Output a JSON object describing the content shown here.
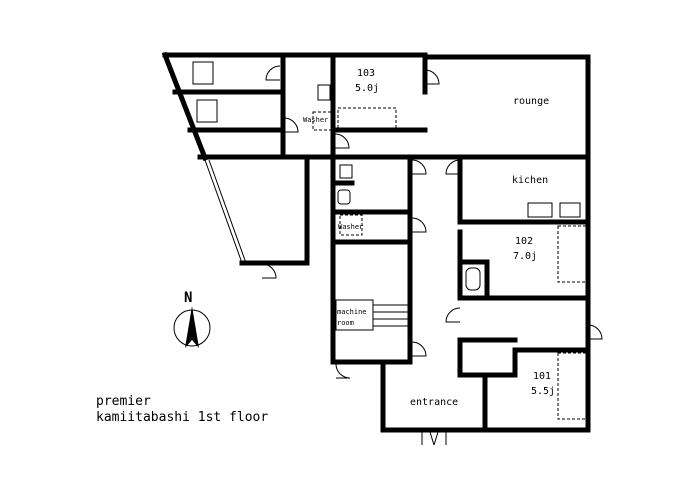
{
  "plan": {
    "rooms": {
      "r103_num": "103",
      "r103_size": "5.0j",
      "lounge": "rounge",
      "kitchen": "kichen",
      "r102_num": "102",
      "r102_size": "7.0j",
      "r101_num": "101",
      "r101_size": "5.5j",
      "entrance": "entrance",
      "machine1": "machine",
      "machine2": "room",
      "washer1": "Washer",
      "washer2": "Washer"
    },
    "compass": "N",
    "title_line1": "premier",
    "title_line2": "kamiitabashi  1st floor",
    "wall_color": "#000000"
  }
}
